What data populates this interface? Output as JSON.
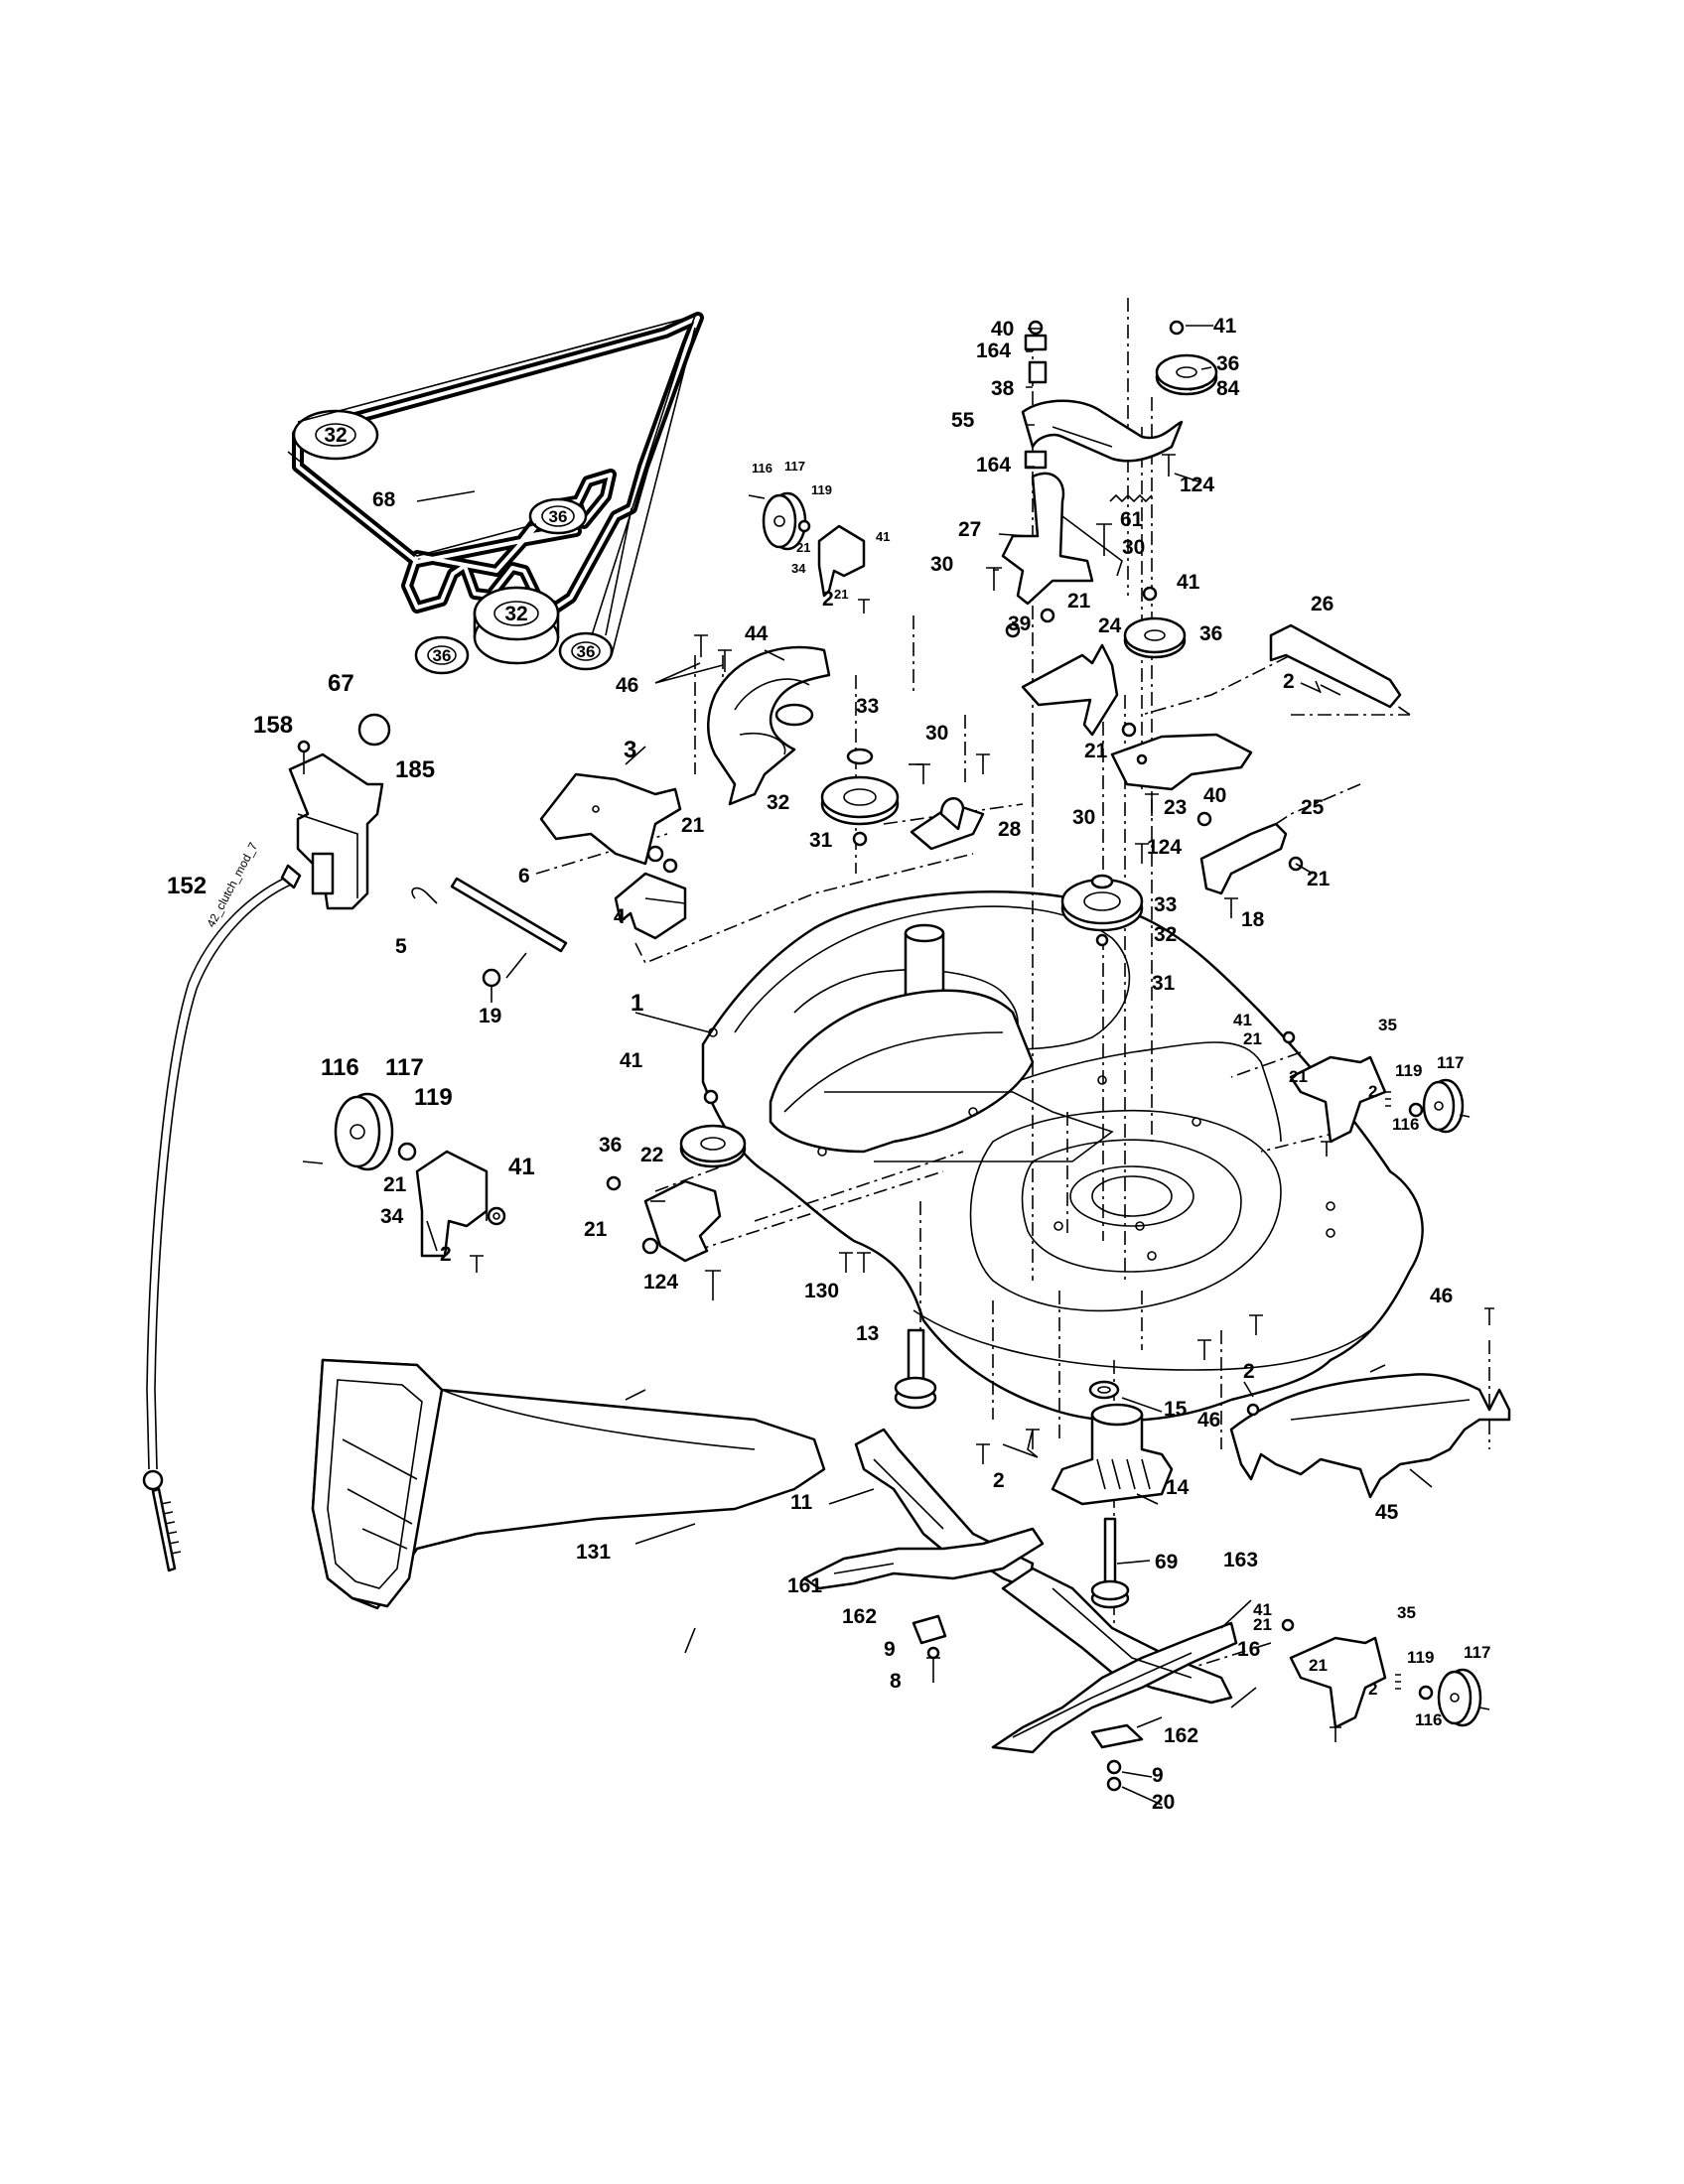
{
  "diagram": {
    "cable_text": "42_clutch_mod_7",
    "labels": [
      {
        "id": "l1",
        "text": "1"
      },
      {
        "id": "l2a",
        "text": "2"
      },
      {
        "id": "l2b",
        "text": "2"
      },
      {
        "id": "l2c",
        "text": "2"
      },
      {
        "id": "l2d",
        "text": "2"
      },
      {
        "id": "l2e",
        "text": "2"
      },
      {
        "id": "l2f",
        "text": "2"
      },
      {
        "id": "l2g",
        "text": "2"
      },
      {
        "id": "l3",
        "text": "3"
      },
      {
        "id": "l4",
        "text": "4"
      },
      {
        "id": "l5",
        "text": "5"
      },
      {
        "id": "l6",
        "text": "6"
      },
      {
        "id": "l8",
        "text": "8"
      },
      {
        "id": "l9a",
        "text": "9"
      },
      {
        "id": "l9b",
        "text": "9"
      },
      {
        "id": "l11",
        "text": "11"
      },
      {
        "id": "l13",
        "text": "13"
      },
      {
        "id": "l14",
        "text": "14"
      },
      {
        "id": "l15",
        "text": "15"
      },
      {
        "id": "l16",
        "text": "16"
      },
      {
        "id": "l18",
        "text": "18"
      },
      {
        "id": "l19",
        "text": "19"
      },
      {
        "id": "l20",
        "text": "20"
      },
      {
        "id": "l21a",
        "text": "21"
      },
      {
        "id": "l21b",
        "text": "21"
      },
      {
        "id": "l21c",
        "text": "21"
      },
      {
        "id": "l21d",
        "text": "21"
      },
      {
        "id": "l21e",
        "text": "21"
      },
      {
        "id": "l21f",
        "text": "21"
      },
      {
        "id": "l21g",
        "text": "21"
      },
      {
        "id": "l21h",
        "text": "21"
      },
      {
        "id": "l21i",
        "text": "21"
      },
      {
        "id": "l21j",
        "text": "21"
      },
      {
        "id": "l21k",
        "text": "21"
      },
      {
        "id": "l21l",
        "text": "21"
      },
      {
        "id": "l22",
        "text": "22"
      },
      {
        "id": "l23",
        "text": "23"
      },
      {
        "id": "l24",
        "text": "24"
      },
      {
        "id": "l25",
        "text": "25"
      },
      {
        "id": "l26",
        "text": "26"
      },
      {
        "id": "l27",
        "text": "27"
      },
      {
        "id": "l28",
        "text": "28"
      },
      {
        "id": "l30a",
        "text": "30"
      },
      {
        "id": "l30b",
        "text": "30"
      },
      {
        "id": "l30c",
        "text": "30"
      },
      {
        "id": "l30d",
        "text": "30"
      },
      {
        "id": "l31a",
        "text": "31"
      },
      {
        "id": "l31b",
        "text": "31"
      },
      {
        "id": "l32a",
        "text": "32"
      },
      {
        "id": "l32b",
        "text": "32"
      },
      {
        "id": "l33a",
        "text": "33"
      },
      {
        "id": "l33b",
        "text": "33"
      },
      {
        "id": "l34a",
        "text": "34"
      },
      {
        "id": "l34b",
        "text": "34"
      },
      {
        "id": "l35a",
        "text": "35"
      },
      {
        "id": "l35b",
        "text": "35"
      },
      {
        "id": "l36a",
        "text": "36"
      },
      {
        "id": "l36b",
        "text": "36"
      },
      {
        "id": "l36c",
        "text": "36"
      },
      {
        "id": "l38",
        "text": "38"
      },
      {
        "id": "l39",
        "text": "39"
      },
      {
        "id": "l40a",
        "text": "40"
      },
      {
        "id": "l40b",
        "text": "40"
      },
      {
        "id": "l41a",
        "text": "41"
      },
      {
        "id": "l41b",
        "text": "41"
      },
      {
        "id": "l41c",
        "text": "41"
      },
      {
        "id": "l41d",
        "text": "41"
      },
      {
        "id": "l41e",
        "text": "41"
      },
      {
        "id": "l41f",
        "text": "41"
      },
      {
        "id": "l41g",
        "text": "41"
      },
      {
        "id": "l44",
        "text": "44"
      },
      {
        "id": "l45",
        "text": "45"
      },
      {
        "id": "l46a",
        "text": "46"
      },
      {
        "id": "l46b",
        "text": "46"
      },
      {
        "id": "l46c",
        "text": "46"
      },
      {
        "id": "l55",
        "text": "55"
      },
      {
        "id": "l61",
        "text": "61"
      },
      {
        "id": "l67",
        "text": "67"
      },
      {
        "id": "l68",
        "text": "68"
      },
      {
        "id": "l69",
        "text": "69"
      },
      {
        "id": "l84",
        "text": "84"
      },
      {
        "id": "l116a",
        "text": "116"
      },
      {
        "id": "l116b",
        "text": "116"
      },
      {
        "id": "l116c",
        "text": "116"
      },
      {
        "id": "l116d",
        "text": "116"
      },
      {
        "id": "l117a",
        "text": "117"
      },
      {
        "id": "l117b",
        "text": "117"
      },
      {
        "id": "l117c",
        "text": "117"
      },
      {
        "id": "l117d",
        "text": "117"
      },
      {
        "id": "l119a",
        "text": "119"
      },
      {
        "id": "l119b",
        "text": "119"
      },
      {
        "id": "l119c",
        "text": "119"
      },
      {
        "id": "l119d",
        "text": "119"
      },
      {
        "id": "l124a",
        "text": "124"
      },
      {
        "id": "l124b",
        "text": "124"
      },
      {
        "id": "l124c",
        "text": "124"
      },
      {
        "id": "l130",
        "text": "130"
      },
      {
        "id": "l131",
        "text": "131"
      },
      {
        "id": "l152",
        "text": "152"
      },
      {
        "id": "l158",
        "text": "158"
      },
      {
        "id": "l161",
        "text": "161"
      },
      {
        "id": "l162a",
        "text": "162"
      },
      {
        "id": "l162b",
        "text": "162"
      },
      {
        "id": "l163",
        "text": "163"
      },
      {
        "id": "l164a",
        "text": "164"
      },
      {
        "id": "l164b",
        "text": "164"
      },
      {
        "id": "l185",
        "text": "185"
      }
    ],
    "belt_pulley_labels": [
      "32",
      "36",
      "32",
      "36",
      "36"
    ]
  }
}
